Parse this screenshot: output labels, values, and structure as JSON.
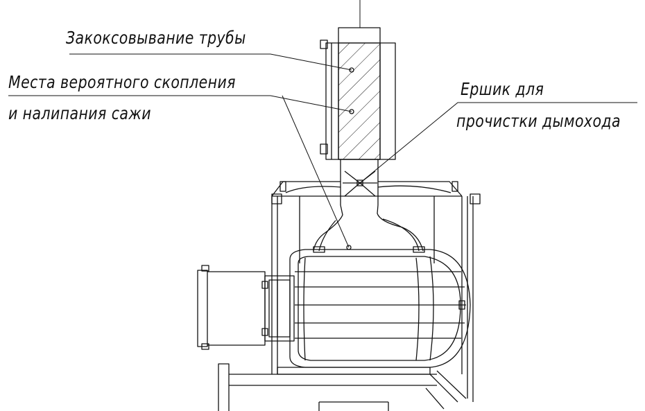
{
  "labels": {
    "coking": "Закоксовывание трубы",
    "soot_line1": "Места вероятного скопления",
    "soot_line2": "и налипания сажи",
    "brush_line1": "Ершик для",
    "brush_line2": "прочистки дымохода"
  },
  "colors": {
    "line": "#111111",
    "background": "#ffffff"
  }
}
